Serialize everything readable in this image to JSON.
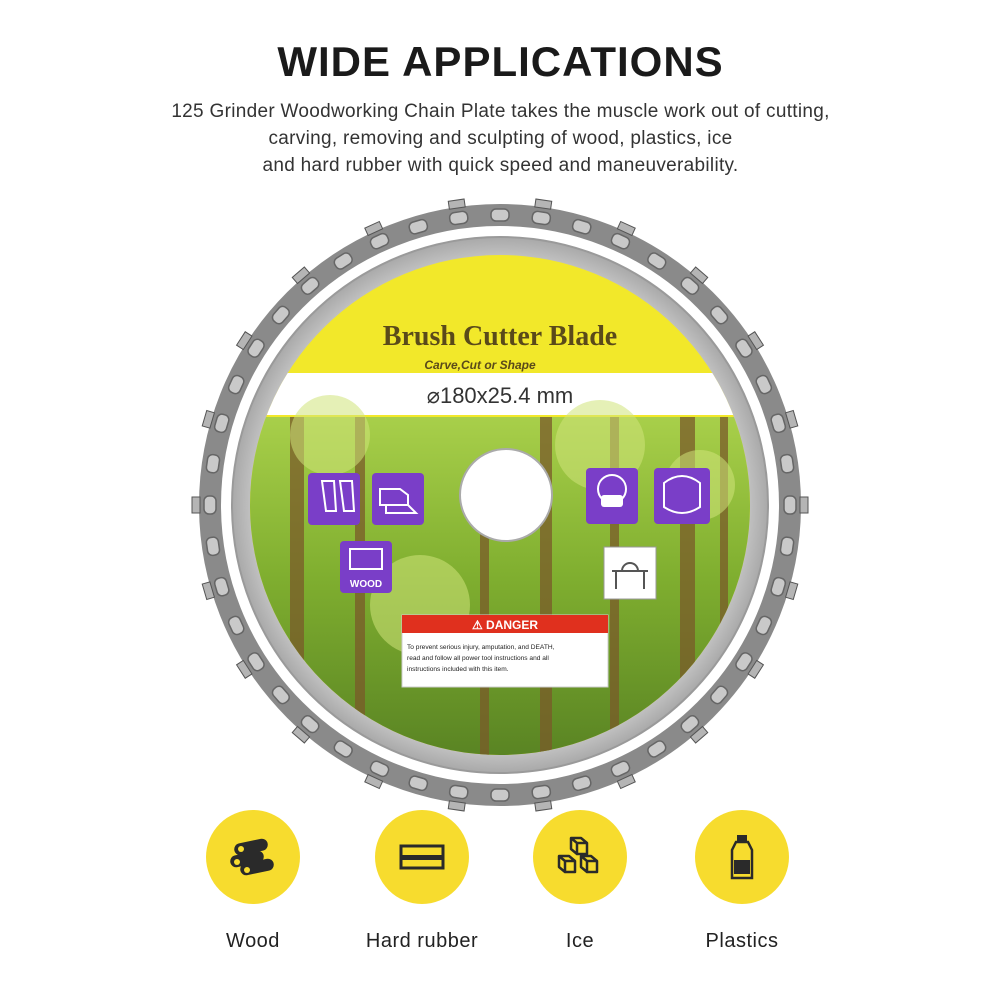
{
  "heading": "WIDE APPLICATIONS",
  "description": [
    "125 Grinder Woodworking Chain Plate takes the muscle work out of cutting,",
    "carving, removing and sculpting of wood, plastics, ice",
    "and hard rubber with quick speed and maneuverability."
  ],
  "blade": {
    "title": "Brush Cutter Blade",
    "subtitle": "Carve,Cut or Shape",
    "size": "⌀180x25.4 mm",
    "badge_wood": "WOOD",
    "danger_title": "⚠ DANGER",
    "danger_lines": [
      "To prevent serious injury, amputation, and DEATH,",
      "read and follow all power tool instructions and all",
      "instructions included with this item."
    ]
  },
  "applications": [
    {
      "label": "Wood",
      "icon": "logs-icon"
    },
    {
      "label": "Hard rubber",
      "icon": "rubber-sheet-icon"
    },
    {
      "label": "Ice",
      "icon": "ice-cubes-icon"
    },
    {
      "label": "Plastics",
      "icon": "plastic-bottle-icon"
    }
  ],
  "colors": {
    "accent_yellow": "#f7dc2e",
    "label_yellow": "#f2e82a",
    "purple": "#7a3ec8",
    "danger_red": "#e0301e"
  }
}
